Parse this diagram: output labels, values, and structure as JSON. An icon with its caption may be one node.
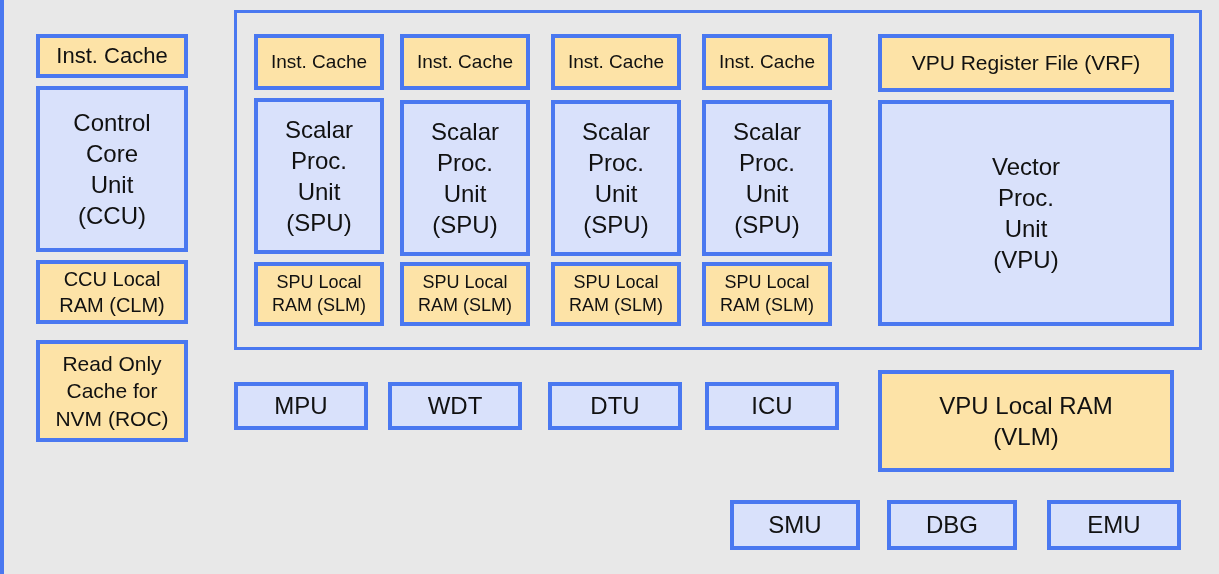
{
  "diagram": {
    "nodes": [
      {
        "text": [
          "Inst. Cache"
        ]
      },
      {
        "text": [
          "Control Core Unit (CCU)"
        ]
      },
      {
        "text": [
          "CCU Local RAM (CLM)"
        ]
      },
      {
        "text": [
          "Read Only Cache for NVM (ROC)"
        ]
      },
      {
        "text": [],
        "shape": "box"
      },
      {
        "text": [
          "Inst. Cache"
        ],
        "in": 4
      },
      {
        "text": [
          "Inst. Cache"
        ],
        "in": 4
      },
      {
        "text": [
          "Inst. Cache"
        ],
        "in": 4
      },
      {
        "text": [
          "Inst. Cache"
        ],
        "in": 4
      },
      {
        "text": [
          "VPU Register File (VRF)"
        ],
        "in": 4
      },
      {
        "text": [
          "Scalar Proc. Unit (SPU)"
        ],
        "in": 4
      },
      {
        "text": [
          "Scalar Proc. Unit (SPU)"
        ],
        "in": 4
      },
      {
        "text": [
          "Scalar Proc. Unit (SPU)"
        ],
        "in": 4
      },
      {
        "text": [
          "Scalar Proc. Unit (SPU)"
        ],
        "in": 4
      },
      {
        "text": [
          "Vector Proc. Unit (VPU)"
        ],
        "in": 4
      },
      {
        "text": [
          "SPU Local RAM (SLM)"
        ],
        "in": 4
      },
      {
        "text": [
          "SPU Local RAM (SLM)"
        ],
        "in": 4
      },
      {
        "text": [
          "SPU Local RAM (SLM)"
        ],
        "in": 4
      },
      {
        "text": [
          "SPU Local RAM (SLM)"
        ],
        "in": 4
      },
      {
        "text": [
          "MPU"
        ]
      },
      {
        "text": [
          "WDT"
        ]
      },
      {
        "text": [
          "DTU"
        ]
      },
      {
        "text": [
          "ICU"
        ]
      },
      {
        "text": [
          "VPU Local RAM (VLM)"
        ]
      },
      {
        "text": [
          "SMU"
        ]
      },
      {
        "text": [
          "DBG"
        ]
      },
      {
        "text": [
          "EMU"
        ]
      }
    ],
    "edges": []
  }
}
